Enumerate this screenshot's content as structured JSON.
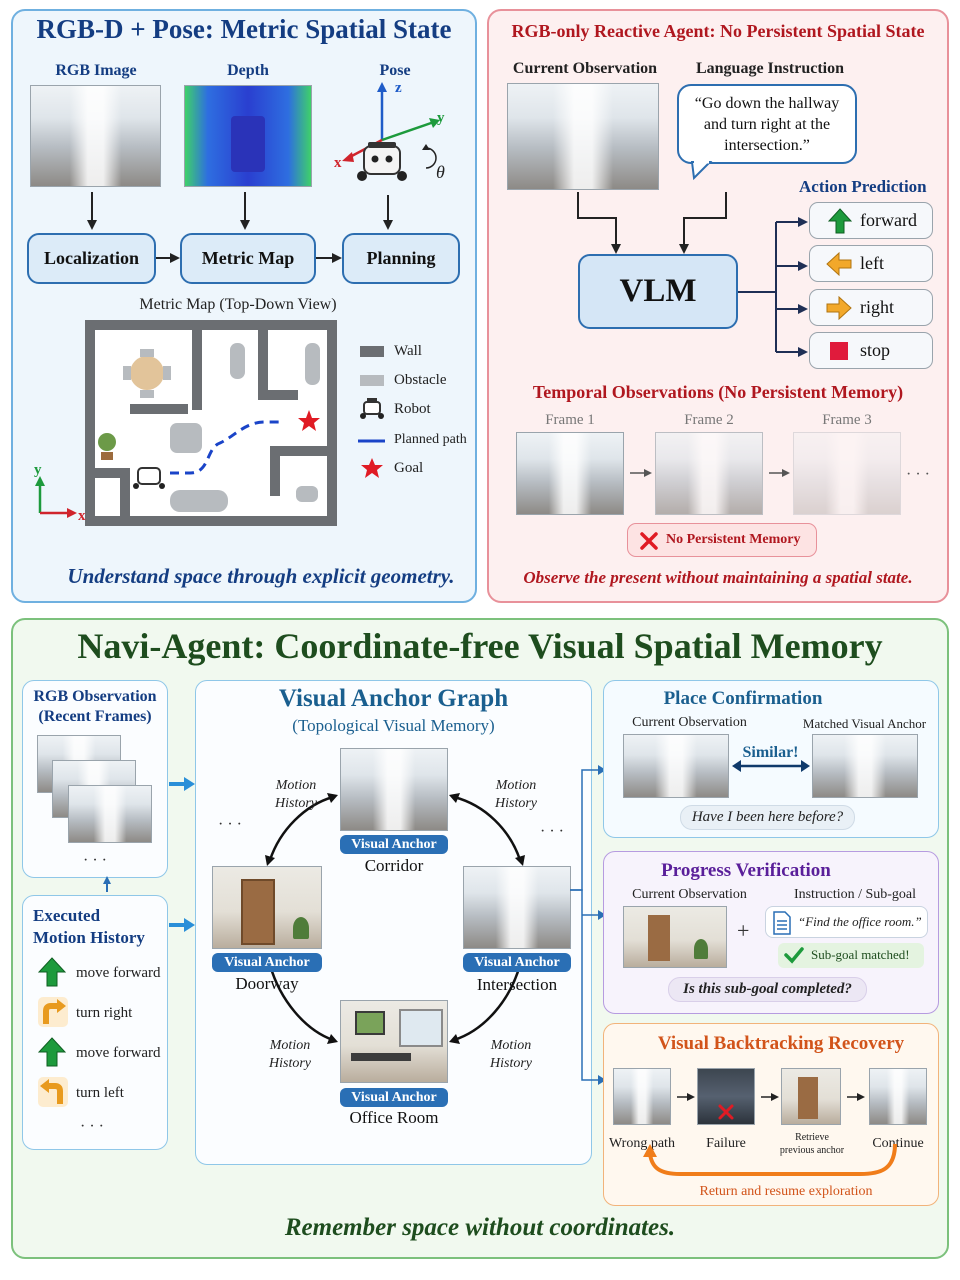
{
  "panel1": {
    "title": "RGB-D + Pose: Metric Spatial State",
    "rgb_label": "RGB Image",
    "depth_label": "Depth",
    "pose_label": "Pose",
    "axis_z": "z",
    "axis_y": "y",
    "axis_x": "x",
    "theta": "θ",
    "localization": "Localization",
    "metric_map": "Metric Map",
    "planning": "Planning",
    "map_title": "Metric Map (Top-Down View)",
    "map_axis_y": "y",
    "map_axis_x": "x",
    "legend": {
      "wall": "Wall",
      "obstacle": "Obstacle",
      "robot": "Robot",
      "path": "Planned path",
      "goal": "Goal"
    },
    "caption": "Understand space through explicit geometry."
  },
  "panel2": {
    "title": "RGB-only Reactive Agent: No Persistent Spatial State",
    "current_obs": "Current Observation",
    "lang_instr": "Language Instruction",
    "instruction": "“Go down the hallway and turn right at the intersection.”",
    "vlm": "VLM",
    "action_pred": "Action Prediction",
    "actions": [
      "forward",
      "left",
      "right",
      "stop"
    ],
    "temporal_title": "Temporal Observations (No Persistent Memory)",
    "frames": [
      "Frame 1",
      "Frame 2",
      "Frame 3"
    ],
    "ellipsis": "· · ·",
    "no_memory": "No Persistent Memory",
    "caption": "Observe the present without maintaining a spatial state."
  },
  "panel3": {
    "title": "Navi-Agent: Coordinate-free Visual Spatial Memory",
    "rgb_obs_line1": "RGB Observation",
    "rgb_obs_line2": "(Recent Frames)",
    "dots": "· · ·",
    "motion_title_line1": "Executed",
    "motion_title_line2": "Motion History",
    "motions": [
      "move forward",
      "turn right",
      "move forward",
      "turn left"
    ],
    "graph_title": "Visual Anchor Graph",
    "graph_subtitle": "(Topological Visual Memory)",
    "motion_line1": "Motion",
    "motion_line2": "History",
    "anchor_tag": "Visual Anchor",
    "anchors": [
      "Corridor",
      "Doorway",
      "Intersection",
      "Office Room"
    ],
    "place_title": "Place Confirmation",
    "place_current": "Current Observation",
    "place_matched": "Matched Visual Anchor",
    "similar": "Similar!",
    "place_question": "Have I been here before?",
    "progress_title": "Progress Verification",
    "progress_current": "Current Observation",
    "progress_instr": "Instruction / Sub-goal",
    "plus": "+",
    "subgoal_quote": "“Find the office room.”",
    "subgoal_matched": "Sub-goal matched!",
    "progress_question": "Is this sub-goal completed?",
    "backtrack_title": "Visual Backtracking Recovery",
    "bt_wrong": "Wrong path",
    "bt_failure": "Failure",
    "bt_retrieve_line1": "Retrieve",
    "bt_retrieve_line2": "previous anchor",
    "bt_continue": "Continue",
    "bt_return": "Return and resume exploration",
    "caption": "Remember space without coordinates."
  },
  "colors": {
    "blue_title": "#143d82",
    "red_title": "#b0171f",
    "green_title": "#1e4d1e",
    "purple_title": "#5a1f9a",
    "orange_title": "#d2541a",
    "teal_title": "#1a5f8f"
  }
}
